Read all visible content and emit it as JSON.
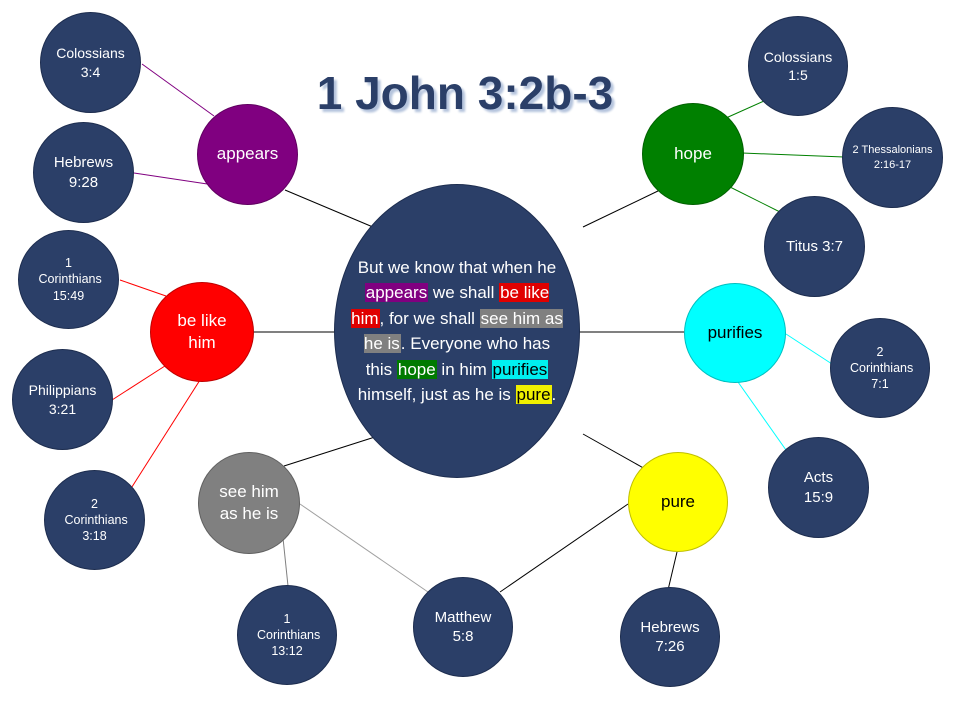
{
  "title": "1 John 3:2b-3",
  "colors": {
    "navy": "#2b3f68",
    "appears": "#800080",
    "be_like_him": "#ff0000",
    "see_him": "#808080",
    "hope": "#008000",
    "purifies": "#00ffff",
    "pure": "#ffff00"
  },
  "center": {
    "t1": "But we know that when he ",
    "h1": "appears",
    "t2": " we shall ",
    "h2": "be like him",
    "t3": ", for we shall ",
    "h3": "see him as he is",
    "t4": ". Everyone who has this ",
    "h4": "hope",
    "t5": " in him ",
    "h5": "purifies",
    "t6": " himself, just as he is ",
    "h6": "pure",
    "t7": "."
  },
  "topics": {
    "appears": "appears",
    "be_like_him": "be like him",
    "see_him": "see him as he is",
    "hope": "hope",
    "purifies": "purifies",
    "pure": "pure"
  },
  "references": {
    "colossians_3_4": "Colossians 3:4",
    "hebrews_9_28": "Hebrews 9:28",
    "cor1_15_49": "1 Corinthians 15:49",
    "philippians_3_21": "Philippians 3:21",
    "cor2_3_18": "2 Corinthians 3:18",
    "cor1_13_12": "1 Corinthians 13:12",
    "matthew_5_8": "Matthew 5:8",
    "hebrews_7_26": "Hebrews 7:26",
    "colossians_1_5": "Colossians 1:5",
    "thess2_2_16": "2 Thessalonians 2:16-17",
    "titus_3_7": "Titus 3:7",
    "cor2_7_1": "2 Corinthians 7:1",
    "acts_15_9": "Acts 15:9"
  }
}
